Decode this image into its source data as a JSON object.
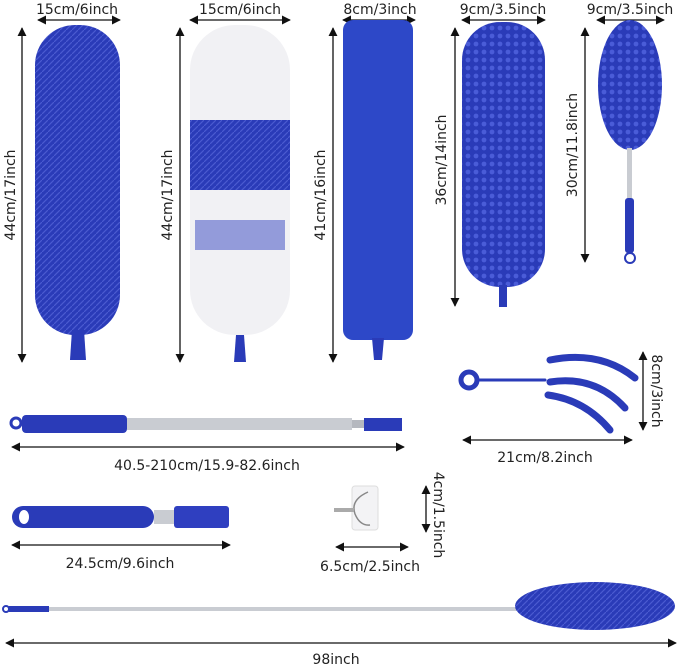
{
  "colors": {
    "blue": "#2a3bb8",
    "white": "#f4f4f6",
    "steel": "#c9ccd2",
    "text": "#222222"
  },
  "labels": {
    "duster1_width": "15cm/6inch",
    "duster1_height": "44cm/17inch",
    "duster2_width": "15cm/6inch",
    "duster2_height": "44cm/17inch",
    "pad_width": "8cm/3inch",
    "pad_height": "41cm/16inch",
    "chenille_width": "9cm/3.5inch",
    "chenille_height": "36cm/14inch",
    "mini_width": "9cm/3.5inch",
    "mini_height": "30cm/11.8inch",
    "blind_height": "8cm/3inch",
    "blind_width": "21cm/8.2inch",
    "pole_length": "40.5-210cm/15.9-82.6inch",
    "handle_length": "24.5cm/9.6inch",
    "hook_height": "4cm/1.5inch",
    "hook_width": "6.5cm/2.5inch",
    "total_length": "98inch"
  }
}
